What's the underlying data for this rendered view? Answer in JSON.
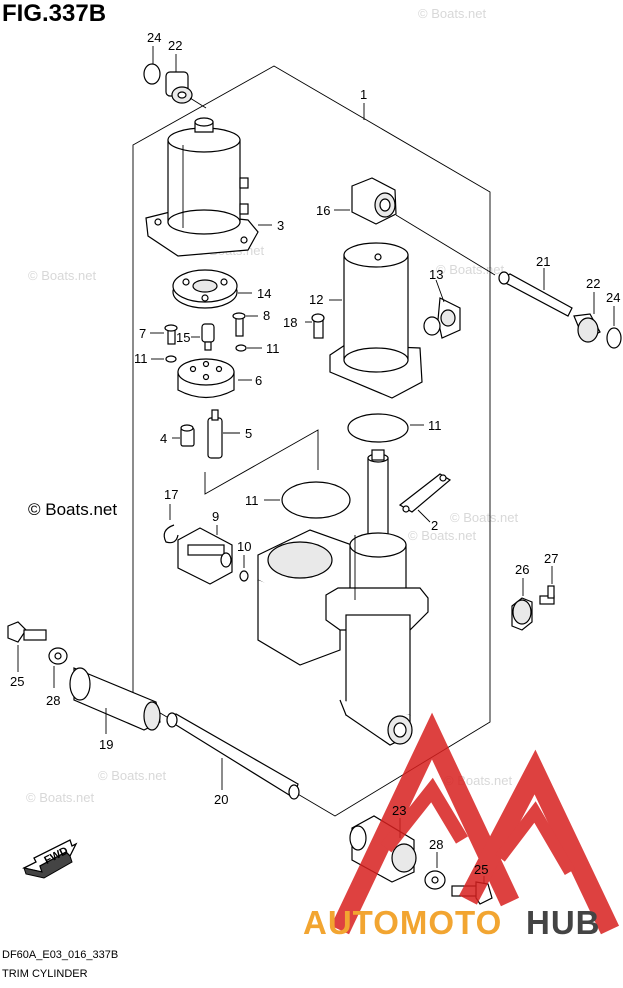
{
  "figure": {
    "title": "FIG.337B",
    "model_code": "DF60A_E03_016_337B",
    "caption": "TRIM CYLINDER"
  },
  "watermarks": {
    "boats": "© Boats.net",
    "boats_big": "© Boats.net"
  },
  "brand": {
    "part_a": "AUTOMOTO",
    "part_b": "HUB",
    "color_a": "#f2a531",
    "color_b": "#444444",
    "logo_color": "#d8201f"
  },
  "fwd_label": "FWD",
  "callouts": {
    "c1": "1",
    "c2": "2",
    "c3": "3",
    "c4": "4",
    "c5": "5",
    "c6": "6",
    "c7": "7",
    "c8": "8",
    "c9": "9",
    "c10": "10",
    "c11a": "11",
    "c11b": "11",
    "c11c": "11",
    "c11d": "11",
    "c12": "12",
    "c13": "13",
    "c14": "14",
    "c15": "15",
    "c16": "16",
    "c17": "17",
    "c18": "18",
    "c19": "19",
    "c20": "20",
    "c21": "21",
    "c22a": "22",
    "c22b": "22",
    "c23": "23",
    "c24a": "24",
    "c24b": "24",
    "c25a": "25",
    "c25b": "25",
    "c26": "26",
    "c27": "27",
    "c28a": "28",
    "c28b": "28"
  }
}
